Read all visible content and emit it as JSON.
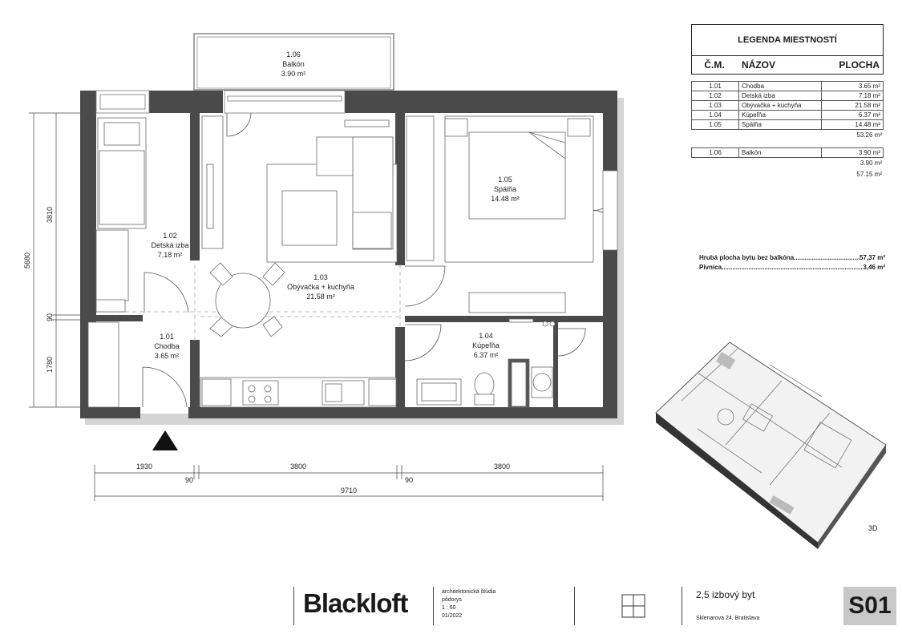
{
  "legend": {
    "title": "LEGENDA MIESTNOSTÍ",
    "col_number": "Č.M.",
    "col_name": "NÁZOV",
    "col_area": "PLOCHA",
    "rooms": [
      {
        "number": "1.01",
        "name": "Chodba",
        "area": "3.65 m²"
      },
      {
        "number": "1.02",
        "name": "Detská izba",
        "area": "7.18 m²"
      },
      {
        "number": "1.03",
        "name": "Obývačka + kuchyňa",
        "area": "21.58 m²"
      },
      {
        "number": "1.04",
        "name": "Kúpeľňa",
        "area": "6.37 m²"
      },
      {
        "number": "1.05",
        "name": "Spálňa",
        "area": "14.48 m²"
      }
    ],
    "rooms_total": "53.26 m²",
    "balcony": [
      {
        "number": "1.06",
        "name": "Balkón",
        "area": "3.90 m²"
      }
    ],
    "balcony_total": "3.90 m²",
    "grand_total": "57.15 m²"
  },
  "gross": {
    "area_label": "Hrubá plocha bytu bez balkóna",
    "area_value": "57,37 m²",
    "cellar_label": "Pivnica",
    "cellar_value": "3,46 m²"
  },
  "plan_rooms": {
    "r101": {
      "number": "1.01",
      "name": "Chodba",
      "area": "3.65 m²"
    },
    "r102": {
      "number": "1.02",
      "name": "Detská izba",
      "area": "7.18 m²"
    },
    "r103": {
      "number": "1.03",
      "name": "Obývačka + kuchyňa",
      "area": "21.58 m²"
    },
    "r104": {
      "number": "1.04",
      "name": "Kúpeľňa",
      "area": "6.37 m²"
    },
    "r105": {
      "number": "1.05",
      "name": "Spálňa",
      "area": "14.48 m²"
    },
    "r106": {
      "number": "1.06",
      "name": "Balkón",
      "area": "3.90 m²"
    }
  },
  "dimensions": {
    "bottom_1": "1930",
    "bottom_2": "3800",
    "bottom_3": "3800",
    "wall_1": "90",
    "wall_2": "90",
    "total_width": "9710",
    "left_total": "5680",
    "left_1": "3810",
    "left_2": "90",
    "left_3": "1780"
  },
  "view_3d_label": "3D",
  "title_block": {
    "logo": "Blackloft",
    "studio": "architektonická štúdia",
    "drawing": "pôdorys",
    "scale": "1 : 60",
    "date": "01/2022",
    "project": "2,5 izbový byt",
    "address": "Sklenarova 24, Bratislava",
    "sheet": "S01"
  }
}
